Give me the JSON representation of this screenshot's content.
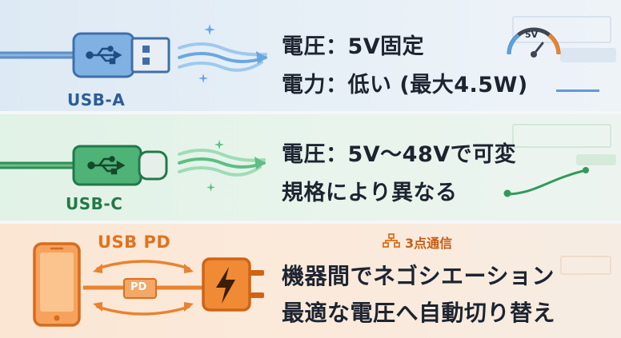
{
  "sections": {
    "usb_a": {
      "label": "USB-A",
      "line1": "電圧：5V固定",
      "line2": "電力：低い (最大4.5W)",
      "gauge_label": "5V",
      "accent": "#4f88c6"
    },
    "usb_c": {
      "label": "USB-C",
      "line1": "電圧：5V〜48Vで可変",
      "line2": "規格により異なる",
      "accent": "#2f9a5c"
    },
    "usb_pd": {
      "label": "USB PD",
      "cable_tag": "PD",
      "badge": "3点通信",
      "line1": "機器間でネゴシエーション",
      "line2": "最適な電圧へ自動切り替え",
      "accent": "#e8832f"
    }
  },
  "icons": [
    "usb-symbol-icon",
    "gauge-icon",
    "smartphone-icon",
    "charger-icon",
    "lightning-icon",
    "network-icon",
    "sparkle-icon",
    "flow-arrow-icon"
  ]
}
